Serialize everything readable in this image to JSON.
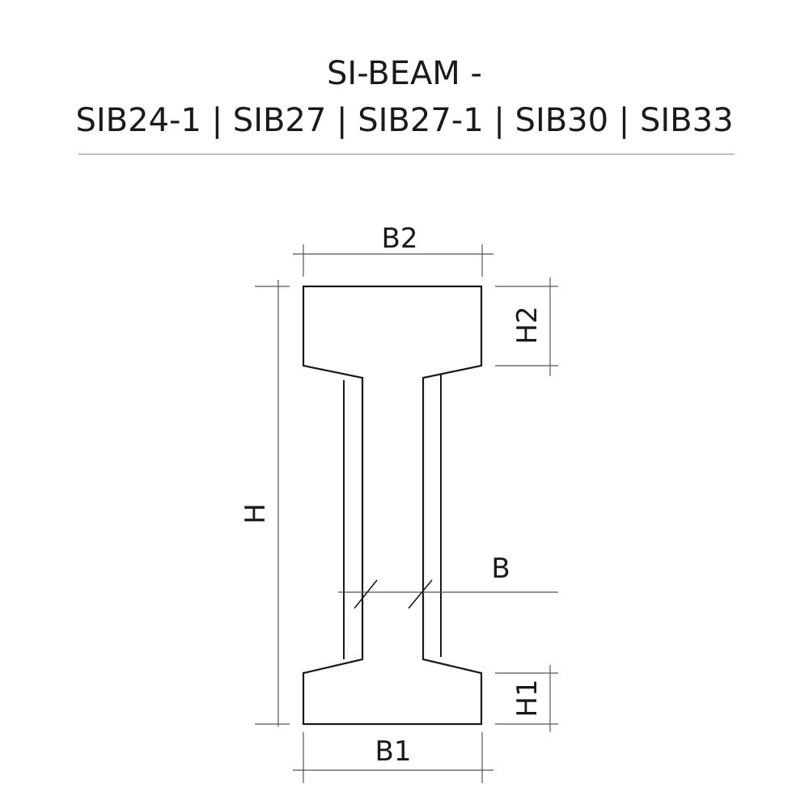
{
  "title": {
    "line1": "SI-BEAM -",
    "line2": "SIB24-1 | SIB27 | SIB27-1 | SIB30 | SIB33"
  },
  "dimensions": {
    "b2": "B2",
    "h2": "H2",
    "h": "H",
    "b": "B",
    "h1": "H1",
    "b1": "B1"
  },
  "colors": {
    "line": "#1a1a1a",
    "dimension_line": "#555555",
    "divider": "#8a8a8a"
  }
}
